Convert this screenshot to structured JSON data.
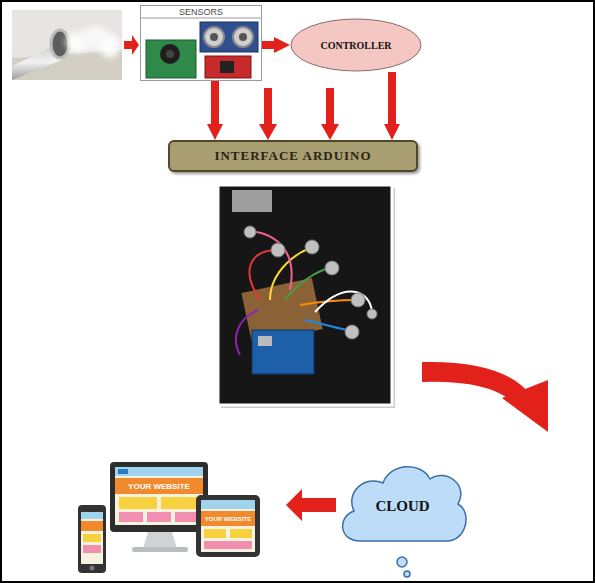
{
  "diagram": {
    "nodes": [
      {
        "text": [
          "SENSORS"
        ]
      },
      {
        "text": [
          "CONTROLLER"
        ]
      },
      {
        "text": [
          "INTERFACE ARDUINO"
        ]
      },
      {
        "text": [
          "CLOUD"
        ]
      }
    ],
    "edges": [
      {
        "from": 0,
        "to": 1,
        "arrow": "to"
      },
      {
        "from": 0,
        "to": 2,
        "arrow": "to"
      },
      {
        "from": 1,
        "to": 2,
        "arrow": "to"
      }
    ],
    "labels": [
      "YOUR WEBSITE",
      "YOUR WEBSITE"
    ]
  }
}
